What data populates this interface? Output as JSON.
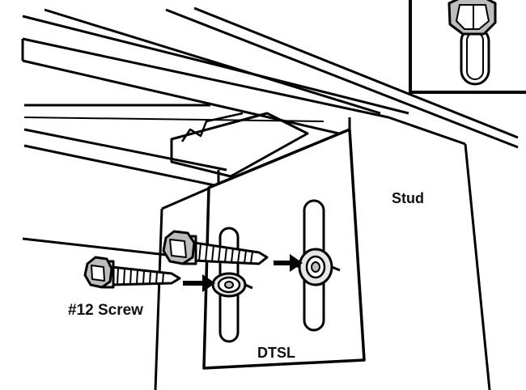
{
  "labels": {
    "stud": "Stud",
    "screw": "#12 Screw",
    "bracket": "DTSL"
  },
  "colors": {
    "ink": "#000000",
    "paper": "#ffffff",
    "gray": "#bdbdbd",
    "lightgray": "#e6e6e6"
  },
  "icons": {
    "arrow": "arrow-right-icon",
    "screw": "hex-screw-icon",
    "washer": "washer-icon"
  }
}
